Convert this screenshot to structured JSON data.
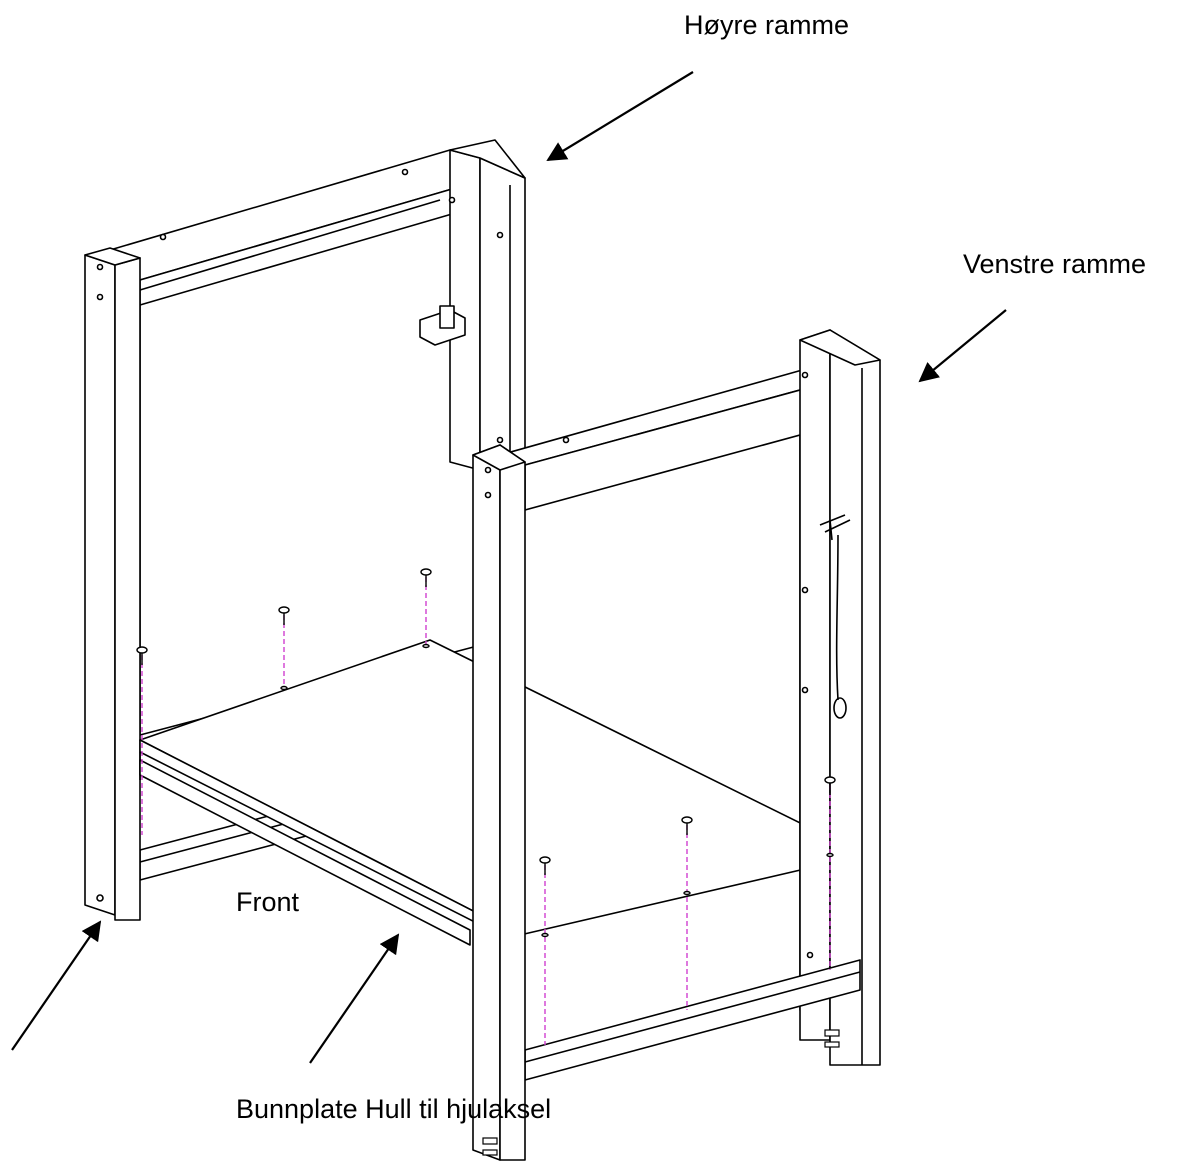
{
  "labels": {
    "right_frame": "Høyre ramme",
    "left_frame": "Venstre ramme",
    "front": "Front",
    "bottom": "Bunnplate Hull til hjulaksel"
  },
  "colors": {
    "line": "#000000",
    "bolt_guide": "#d040d0",
    "background": "#ffffff"
  }
}
